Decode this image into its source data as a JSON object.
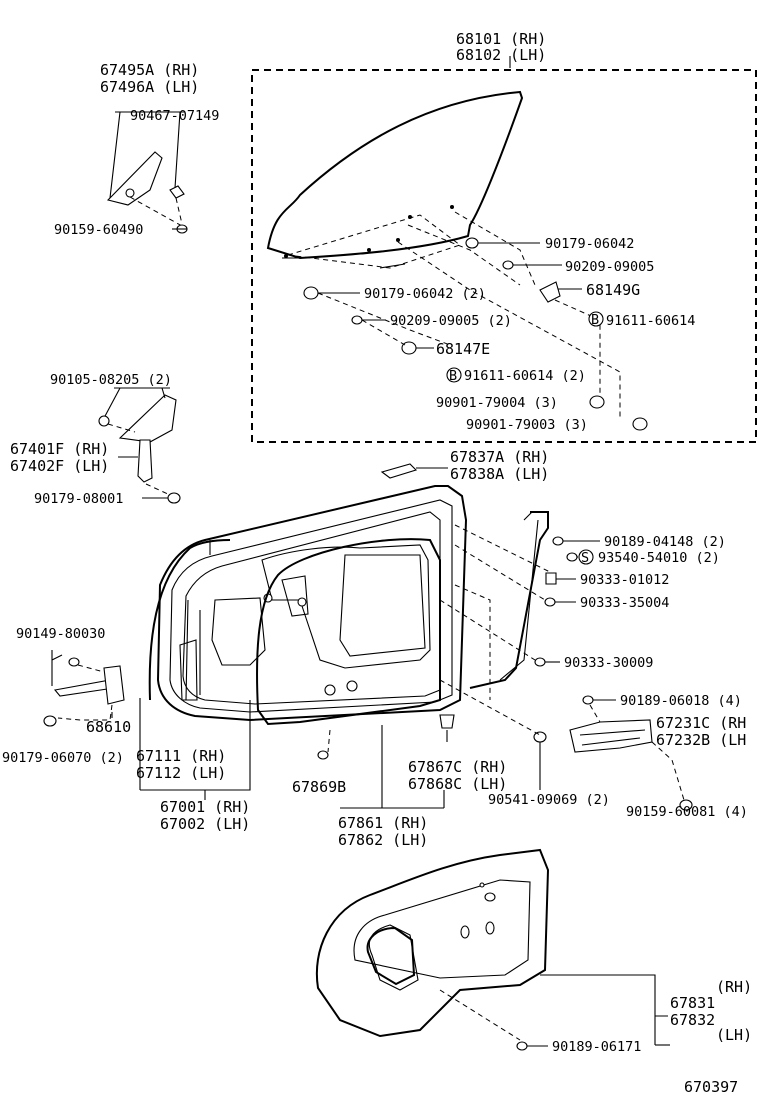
{
  "diagram_id": "670397",
  "labels": {
    "glass_rh": "68101 (RH)",
    "glass_lh": "68102 (LH)",
    "mirror_cover_rh": "67495A (RH)",
    "mirror_cover_lh": "67496A (LH)",
    "clip_90467": "90467-07149",
    "screw_90159_60490": "90159-60490",
    "nut_90179_06042": "90179-06042",
    "washer_90209_09005": "90209-09005",
    "nut_90179_06042_2": "90179-06042 (2)",
    "bracket_68149g": "68149G",
    "washer_90209_09005_2": "90209-09005 (2)",
    "marker_b": "B",
    "marker_s": "S",
    "screw_91611_60614": "91611-60614",
    "bracket_68147e": "68147E",
    "screw_91611_60614_2": "91611-60614 (2)",
    "bolt_90901_79004_3": "90901-79004 (3)",
    "bolt_90901_79003_3": "90901-79003 (3)",
    "bolt_90105_08205_2": "90105-08205 (2)",
    "frame_rh": "67401F (RH)",
    "frame_lh": "67402F (LH)",
    "nut_90179_08001": "90179-08001",
    "pad_rh": "67837A (RH)",
    "pad_lh": "67838A (LH)",
    "screw_90189_04148_2": "90189-04148 (2)",
    "screw_93540_54010_2": "93540-54010 (2)",
    "plug_90333_01012": "90333-01012",
    "plug_90333_35004": "90333-35004",
    "plug_90333_30009": "90333-30009",
    "screw_90149_80030": "90149-80030",
    "check_68610": "68610",
    "nut_90179_06070_2": "90179-06070 (2)",
    "screw_90189_06018_4": "90189-06018 (4)",
    "handle_rh": "67231C (RH",
    "handle_lh": "67232B (LH",
    "outer_panel_rh": "67111 (RH)",
    "outer_panel_lh": "67112 (LH)",
    "door_rh": "67001 (RH)",
    "door_lh": "67002 (LH)",
    "clip_67869b": "67869B",
    "clip_rh": "67867C (RH)",
    "clip_lh": "67868C (LH)",
    "plug_90541_09069_2": "90541-09069 (2)",
    "screw_90159_60081_4": "90159-60081 (4)",
    "weatherstrip_rh": "67861 (RH)",
    "weatherstrip_lh": "67862 (LH)",
    "trim_rh_tag": "(RH)",
    "trim_rh": "67831",
    "trim_lh": "67832",
    "trim_lh_tag": "(LH)",
    "screw_90189_06171": "90189-06171"
  }
}
